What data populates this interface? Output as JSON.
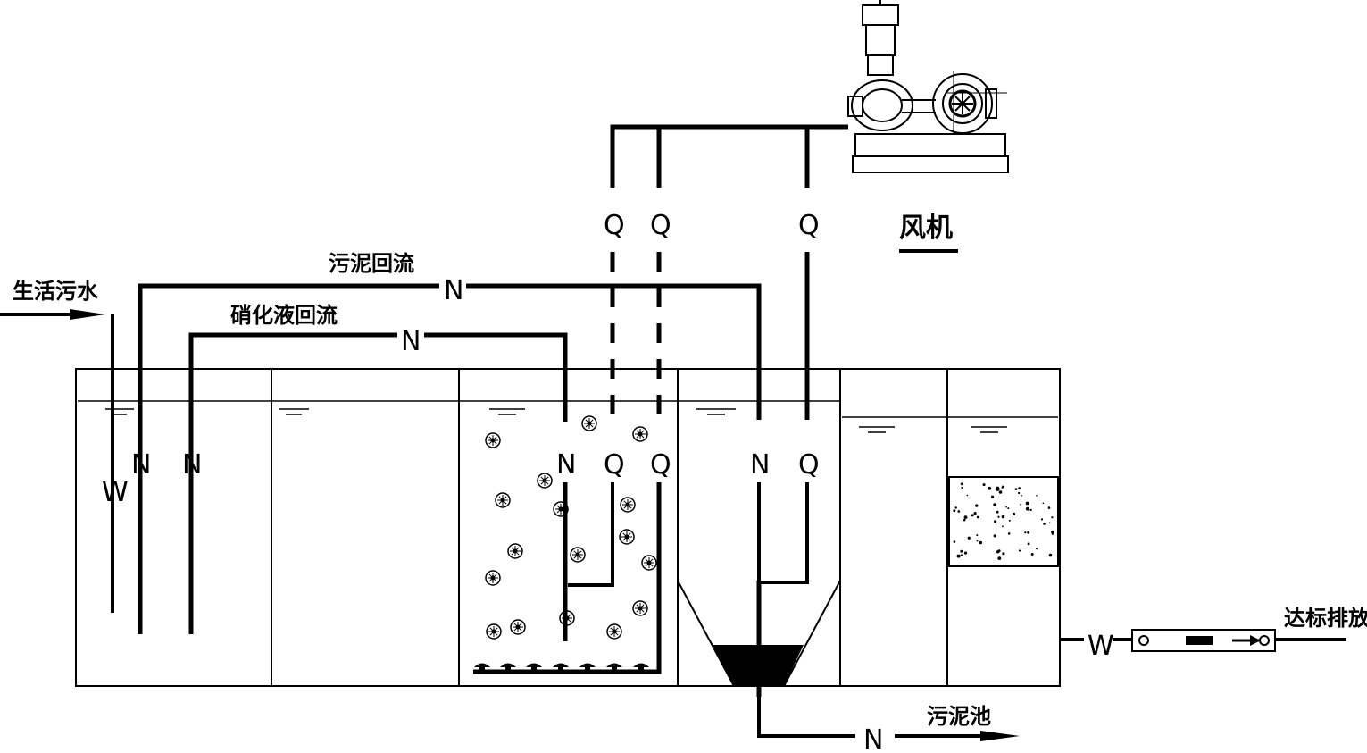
{
  "labels": {
    "inlet": "生活污水",
    "sludge_return": "污泥回流",
    "nitrate_return": "硝化液回流",
    "blower": "风机",
    "discharge": "达标排放",
    "sludge_tank": "污泥池"
  },
  "pipe_codes": {
    "water": "W",
    "sludge": "N",
    "air": "Q"
  }
}
